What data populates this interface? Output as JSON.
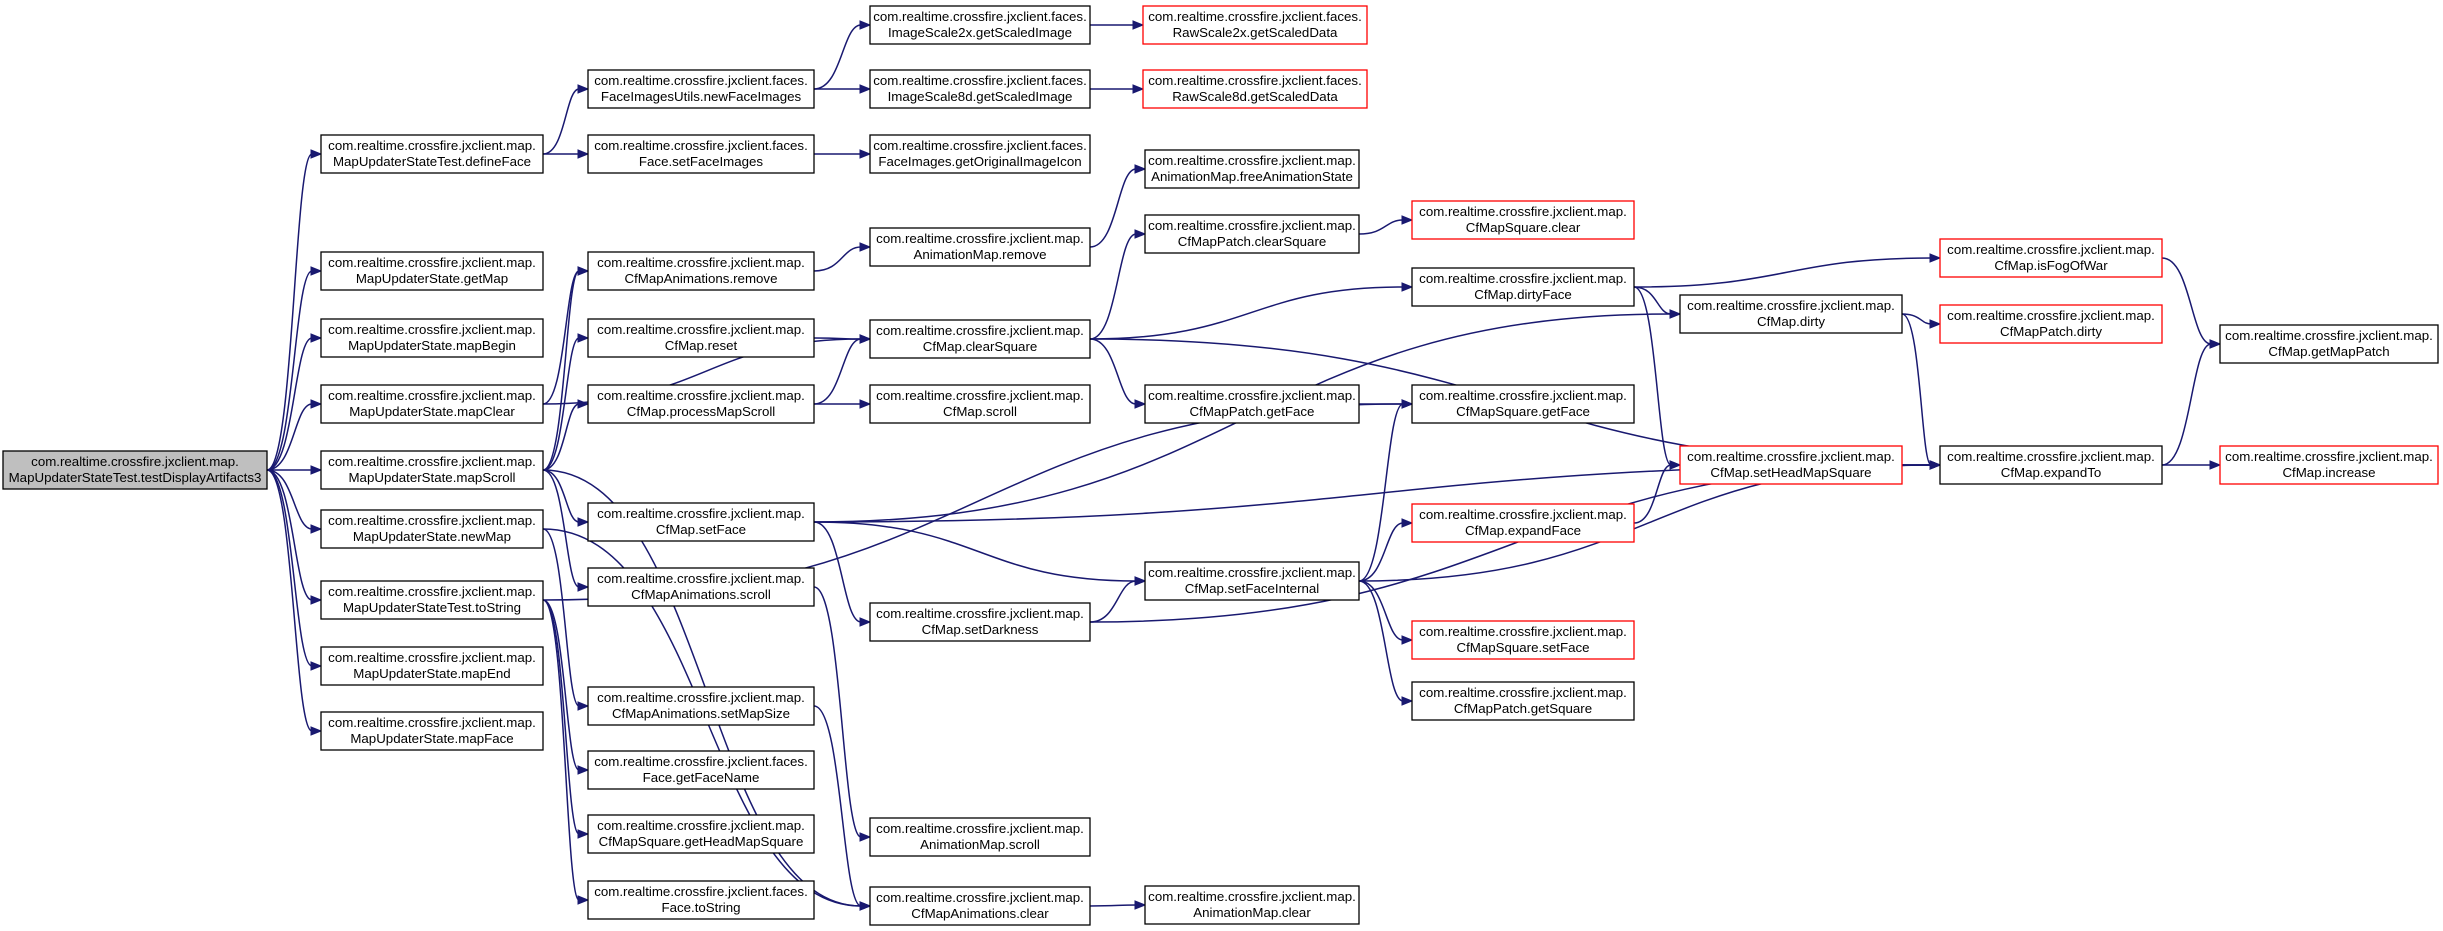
{
  "diagram": {
    "nodes": [
      {
        "id": "root",
        "line1": "com.realtime.crossfire.jxclient.map.",
        "line2": "MapUpdaterStateTest.testDisplayArtifacts3",
        "style": "root"
      },
      {
        "id": "defineFace",
        "line1": "com.realtime.crossfire.jxclient.map.",
        "line2": "MapUpdaterStateTest.defineFace",
        "style": "normal"
      },
      {
        "id": "getMap",
        "line1": "com.realtime.crossfire.jxclient.map.",
        "line2": "MapUpdaterState.getMap",
        "style": "normal"
      },
      {
        "id": "mapBegin",
        "line1": "com.realtime.crossfire.jxclient.map.",
        "line2": "MapUpdaterState.mapBegin",
        "style": "normal"
      },
      {
        "id": "mapClear",
        "line1": "com.realtime.crossfire.jxclient.map.",
        "line2": "MapUpdaterState.mapClear",
        "style": "normal"
      },
      {
        "id": "mapScroll",
        "line1": "com.realtime.crossfire.jxclient.map.",
        "line2": "MapUpdaterState.mapScroll",
        "style": "normal"
      },
      {
        "id": "newMap",
        "line1": "com.realtime.crossfire.jxclient.map.",
        "line2": "MapUpdaterState.newMap",
        "style": "normal"
      },
      {
        "id": "toString",
        "line1": "com.realtime.crossfire.jxclient.map.",
        "line2": "MapUpdaterStateTest.toString",
        "style": "normal"
      },
      {
        "id": "mapEnd",
        "line1": "com.realtime.crossfire.jxclient.map.",
        "line2": "MapUpdaterState.mapEnd",
        "style": "normal"
      },
      {
        "id": "mapFace",
        "line1": "com.realtime.crossfire.jxclient.map.",
        "line2": "MapUpdaterState.mapFace",
        "style": "normal"
      },
      {
        "id": "newFaceImages",
        "line1": "com.realtime.crossfire.jxclient.faces.",
        "line2": "FaceImagesUtils.newFaceImages",
        "style": "normal"
      },
      {
        "id": "setFaceImages",
        "line1": "com.realtime.crossfire.jxclient.faces.",
        "line2": "Face.setFaceImages",
        "style": "normal"
      },
      {
        "id": "animRemove",
        "line1": "com.realtime.crossfire.jxclient.map.",
        "line2": "CfMapAnimations.remove",
        "style": "normal"
      },
      {
        "id": "cfmapReset",
        "line1": "com.realtime.crossfire.jxclient.map.",
        "line2": "CfMap.reset",
        "style": "normal"
      },
      {
        "id": "processMapScroll",
        "line1": "com.realtime.crossfire.jxclient.map.",
        "line2": "CfMap.processMapScroll",
        "style": "normal"
      },
      {
        "id": "cfmapSetFace",
        "line1": "com.realtime.crossfire.jxclient.map.",
        "line2": "CfMap.setFace",
        "style": "normal"
      },
      {
        "id": "animScroll",
        "line1": "com.realtime.crossfire.jxclient.map.",
        "line2": "CfMapAnimations.scroll",
        "style": "normal"
      },
      {
        "id": "setMapSize",
        "line1": "com.realtime.crossfire.jxclient.map.",
        "line2": "CfMapAnimations.setMapSize",
        "style": "normal"
      },
      {
        "id": "getFaceName",
        "line1": "com.realtime.crossfire.jxclient.faces.",
        "line2": "Face.getFaceName",
        "style": "normal"
      },
      {
        "id": "getHeadMapSquare",
        "line1": "com.realtime.crossfire.jxclient.map.",
        "line2": "CfMapSquare.getHeadMapSquare",
        "style": "normal"
      },
      {
        "id": "faceToString",
        "line1": "com.realtime.crossfire.jxclient.faces.",
        "line2": "Face.toString",
        "style": "normal"
      },
      {
        "id": "is2xScaled",
        "line1": "com.realtime.crossfire.jxclient.faces.",
        "line2": "ImageScale2x.getScaledImage",
        "style": "normal"
      },
      {
        "id": "is8dScaled",
        "line1": "com.realtime.crossfire.jxclient.faces.",
        "line2": "ImageScale8d.getScaledImage",
        "style": "normal"
      },
      {
        "id": "getOrigIcon",
        "line1": "com.realtime.crossfire.jxclient.faces.",
        "line2": "FaceImages.getOriginalImageIcon",
        "style": "normal"
      },
      {
        "id": "animMapRemove",
        "line1": "com.realtime.crossfire.jxclient.map.",
        "line2": "AnimationMap.remove",
        "style": "normal"
      },
      {
        "id": "cfmapClearSquare",
        "line1": "com.realtime.crossfire.jxclient.map.",
        "line2": "CfMap.clearSquare",
        "style": "normal"
      },
      {
        "id": "cfmapScroll",
        "line1": "com.realtime.crossfire.jxclient.map.",
        "line2": "CfMap.scroll",
        "style": "normal"
      },
      {
        "id": "setDarkness",
        "line1": "com.realtime.crossfire.jxclient.map.",
        "line2": "CfMap.setDarkness",
        "style": "normal"
      },
      {
        "id": "animMapScroll",
        "line1": "com.realtime.crossfire.jxclient.map.",
        "line2": "AnimationMap.scroll",
        "style": "normal"
      },
      {
        "id": "animClear",
        "line1": "com.realtime.crossfire.jxclient.map.",
        "line2": "CfMapAnimations.clear",
        "style": "normal"
      },
      {
        "id": "raw2x",
        "line1": "com.realtime.crossfire.jxclient.faces.",
        "line2": "RawScale2x.getScaledData",
        "style": "red"
      },
      {
        "id": "raw8d",
        "line1": "com.realtime.crossfire.jxclient.faces.",
        "line2": "RawScale8d.getScaledData",
        "style": "red"
      },
      {
        "id": "freeAnimState",
        "line1": "com.realtime.crossfire.jxclient.map.",
        "line2": "AnimationMap.freeAnimationState",
        "style": "normal"
      },
      {
        "id": "patchClearSquare",
        "line1": "com.realtime.crossfire.jxclient.map.",
        "line2": "CfMapPatch.clearSquare",
        "style": "normal"
      },
      {
        "id": "patchGetFace",
        "line1": "com.realtime.crossfire.jxclient.map.",
        "line2": "CfMapPatch.getFace",
        "style": "normal"
      },
      {
        "id": "setFaceInternal",
        "line1": "com.realtime.crossfire.jxclient.map.",
        "line2": "CfMap.setFaceInternal",
        "style": "normal"
      },
      {
        "id": "animMapClear",
        "line1": "com.realtime.crossfire.jxclient.map.",
        "line2": "AnimationMap.clear",
        "style": "normal"
      },
      {
        "id": "squareClear",
        "line1": "com.realtime.crossfire.jxclient.map.",
        "line2": "CfMapSquare.clear",
        "style": "red"
      },
      {
        "id": "dirtyFace",
        "line1": "com.realtime.crossfire.jxclient.map.",
        "line2": "CfMap.dirtyFace",
        "style": "normal"
      },
      {
        "id": "squareGetFace",
        "line1": "com.realtime.crossfire.jxclient.map.",
        "line2": "CfMapSquare.getFace",
        "style": "normal"
      },
      {
        "id": "expandFace",
        "line1": "com.realtime.crossfire.jxclient.map.",
        "line2": "CfMap.expandFace",
        "style": "red"
      },
      {
        "id": "squareSetFace",
        "line1": "com.realtime.crossfire.jxclient.map.",
        "line2": "CfMapSquare.setFace",
        "style": "red"
      },
      {
        "id": "patchGetSquare",
        "line1": "com.realtime.crossfire.jxclient.map.",
        "line2": "CfMapPatch.getSquare",
        "style": "normal"
      },
      {
        "id": "cfmapDirty",
        "line1": "com.realtime.crossfire.jxclient.map.",
        "line2": "CfMap.dirty",
        "style": "normal"
      },
      {
        "id": "isFogOfWar",
        "line1": "com.realtime.crossfire.jxclient.map.",
        "line2": "CfMap.isFogOfWar",
        "style": "red"
      },
      {
        "id": "patchDirty",
        "line1": "com.realtime.crossfire.jxclient.map.",
        "line2": "CfMapPatch.dirty",
        "style": "red"
      },
      {
        "id": "setHeadMapSquare",
        "line1": "com.realtime.crossfire.jxclient.map.",
        "line2": "CfMap.setHeadMapSquare",
        "style": "red"
      },
      {
        "id": "expandTo",
        "line1": "com.realtime.crossfire.jxclient.map.",
        "line2": "CfMap.expandTo",
        "style": "normal"
      },
      {
        "id": "getMapPatch",
        "line1": "com.realtime.crossfire.jxclient.map.",
        "line2": "CfMap.getMapPatch",
        "style": "normal"
      },
      {
        "id": "increase",
        "line1": "com.realtime.crossfire.jxclient.map.",
        "line2": "CfMap.increase",
        "style": "red"
      }
    ],
    "edges": [
      [
        "root",
        "defineFace"
      ],
      [
        "root",
        "getMap"
      ],
      [
        "root",
        "mapBegin"
      ],
      [
        "root",
        "mapClear"
      ],
      [
        "root",
        "mapScroll"
      ],
      [
        "root",
        "newMap"
      ],
      [
        "root",
        "toString"
      ],
      [
        "root",
        "mapEnd"
      ],
      [
        "root",
        "mapFace"
      ],
      [
        "defineFace",
        "newFaceImages"
      ],
      [
        "defineFace",
        "setFaceImages"
      ],
      [
        "newFaceImages",
        "is2xScaled"
      ],
      [
        "newFaceImages",
        "is8dScaled"
      ],
      [
        "is2xScaled",
        "raw2x"
      ],
      [
        "is8dScaled",
        "raw8d"
      ],
      [
        "setFaceImages",
        "getOrigIcon"
      ],
      [
        "mapClear",
        "animRemove"
      ],
      [
        "mapClear",
        "cfmapClearSquare"
      ],
      [
        "animRemove",
        "animMapRemove"
      ],
      [
        "animMapRemove",
        "freeAnimState"
      ],
      [
        "mapScroll",
        "animRemove"
      ],
      [
        "mapScroll",
        "cfmapReset"
      ],
      [
        "mapScroll",
        "processMapScroll"
      ],
      [
        "mapScroll",
        "cfmapSetFace"
      ],
      [
        "mapScroll",
        "animScroll"
      ],
      [
        "mapScroll",
        "animClear"
      ],
      [
        "cfmapReset",
        "cfmapClearSquare"
      ],
      [
        "processMapScroll",
        "cfmapClearSquare"
      ],
      [
        "processMapScroll",
        "cfmapScroll"
      ],
      [
        "cfmapClearSquare",
        "patchClearSquare"
      ],
      [
        "cfmapClearSquare",
        "dirtyFace"
      ],
      [
        "cfmapClearSquare",
        "patchGetFace"
      ],
      [
        "cfmapClearSquare",
        "expandTo"
      ],
      [
        "patchClearSquare",
        "squareClear"
      ],
      [
        "patchGetFace",
        "squareGetFace"
      ],
      [
        "cfmapSetFace",
        "cfmapDirty"
      ],
      [
        "cfmapSetFace",
        "setFaceInternal"
      ],
      [
        "cfmapSetFace",
        "setDarkness"
      ],
      [
        "cfmapSetFace",
        "expandTo"
      ],
      [
        "setDarkness",
        "setFaceInternal"
      ],
      [
        "setDarkness",
        "expandTo"
      ],
      [
        "setFaceInternal",
        "squareGetFace"
      ],
      [
        "setFaceInternal",
        "expandFace"
      ],
      [
        "setFaceInternal",
        "expandTo"
      ],
      [
        "setFaceInternal",
        "squareSetFace"
      ],
      [
        "setFaceInternal",
        "patchGetSquare"
      ],
      [
        "expandFace",
        "setHeadMapSquare"
      ],
      [
        "dirtyFace",
        "isFogOfWar"
      ],
      [
        "dirtyFace",
        "cfmapDirty"
      ],
      [
        "dirtyFace",
        "setHeadMapSquare"
      ],
      [
        "cfmapDirty",
        "patchDirty"
      ],
      [
        "cfmapDirty",
        "expandTo"
      ],
      [
        "isFogOfWar",
        "getMapPatch"
      ],
      [
        "setHeadMapSquare",
        "expandTo"
      ],
      [
        "expandTo",
        "getMapPatch"
      ],
      [
        "expandTo",
        "increase"
      ],
      [
        "animScroll",
        "animMapScroll"
      ],
      [
        "animClear",
        "animMapClear"
      ],
      [
        "newMap",
        "setMapSize"
      ],
      [
        "newMap",
        "animClear"
      ],
      [
        "setMapSize",
        "animClear"
      ],
      [
        "toString",
        "getFaceName"
      ],
      [
        "toString",
        "getHeadMapSquare"
      ],
      [
        "toString",
        "faceToString"
      ],
      [
        "toString",
        "squareGetFace"
      ]
    ]
  }
}
